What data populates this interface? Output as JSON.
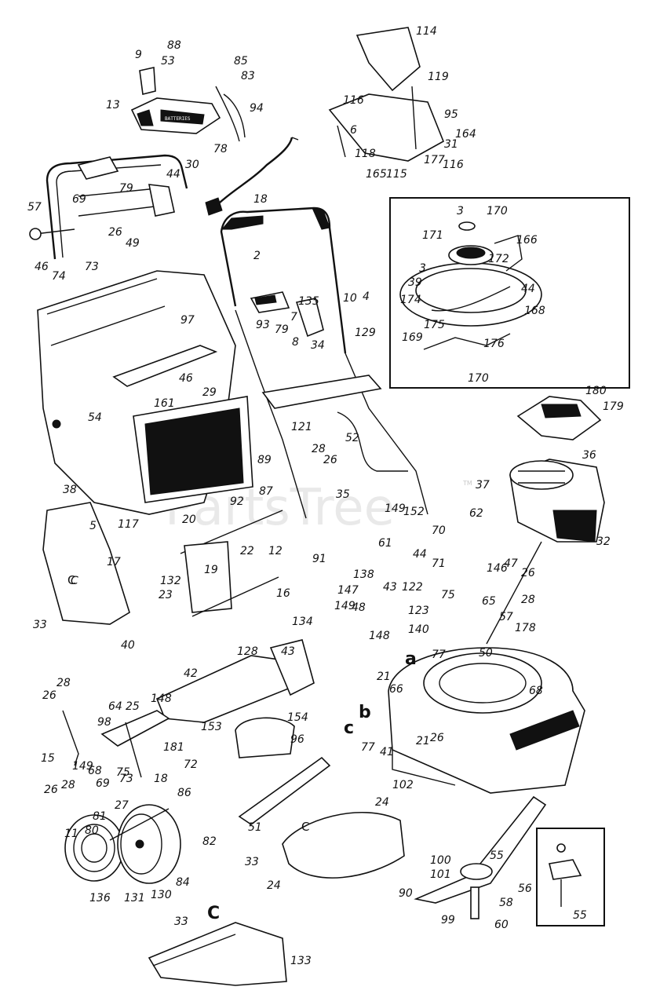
{
  "watermark": {
    "text": "PartsTree",
    "tm": "TM"
  },
  "battery_label": "BATTERIES",
  "callout_letters": [
    "a",
    "b",
    "c",
    "C",
    "C",
    "C"
  ],
  "part_numbers": [
    "88",
    "9",
    "53",
    "85",
    "83",
    "13",
    "94",
    "78",
    "18",
    "114",
    "119",
    "116",
    "6",
    "95",
    "164",
    "31",
    "118",
    "165",
    "115",
    "177",
    "116",
    "44",
    "30",
    "79",
    "57",
    "69",
    "26",
    "49",
    "46",
    "73",
    "74",
    "2",
    "10",
    "4",
    "135",
    "93",
    "7",
    "79",
    "8",
    "34",
    "129",
    "97",
    "46",
    "29",
    "54",
    "161",
    "38",
    "121",
    "52",
    "28",
    "26",
    "89",
    "3",
    "170",
    "171",
    "166",
    "3",
    "172",
    "39",
    "44",
    "174",
    "168",
    "175",
    "176",
    "169",
    "170",
    "180",
    "179",
    "36",
    "37",
    "62",
    "32",
    "117",
    "5",
    "20",
    "92",
    "87",
    "35",
    "12",
    "22",
    "17",
    "19",
    "149",
    "152",
    "70",
    "61",
    "44",
    "91",
    "16",
    "132",
    "23",
    "33",
    "C",
    "138",
    "71",
    "146",
    "47",
    "26",
    "43",
    "122",
    "28",
    "147",
    "149",
    "48",
    "65",
    "75",
    "178",
    "140",
    "123",
    "148",
    "57",
    "134",
    "40",
    "128",
    "43",
    "77",
    "50",
    "21",
    "66",
    "68",
    "42",
    "28",
    "26",
    "64",
    "25",
    "148",
    "154",
    "98",
    "181",
    "153",
    "15",
    "149",
    "68",
    "75",
    "72",
    "69",
    "73",
    "18",
    "96",
    "26",
    "28",
    "86",
    "21",
    "26",
    "77",
    "41",
    "102",
    "27",
    "24",
    "11",
    "81",
    "80",
    "82",
    "84",
    "136",
    "131",
    "130",
    "51",
    "33",
    "90",
    "100",
    "55",
    "101",
    "56",
    "58",
    "99",
    "60",
    "55",
    "24",
    "33",
    "133"
  ]
}
